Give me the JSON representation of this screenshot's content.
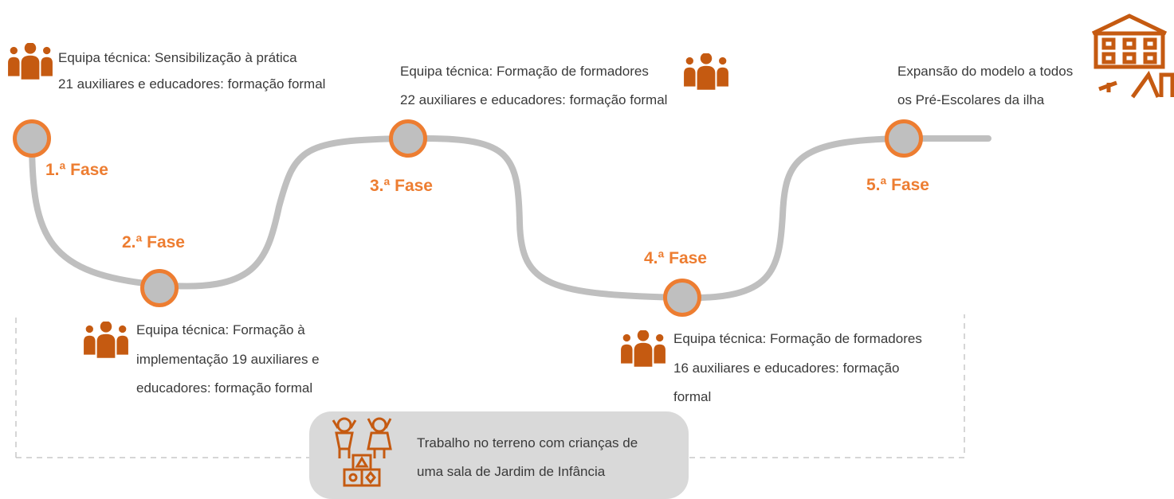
{
  "phases": [
    {
      "label": "1.ª Fase",
      "lines": [
        "Equipa técnica: Sensibilização à prática",
        "21 auxiliares e educadores: formação formal"
      ]
    },
    {
      "label": "2.ª Fase",
      "lines": [
        "Equipa técnica: Formação à",
        "implementação 19 auxiliares e",
        "educadores: formação formal"
      ]
    },
    {
      "label": "3.ª Fase",
      "lines": [
        "Equipa técnica: Formação de formadores",
        "22 auxiliares e educadores: formação formal"
      ]
    },
    {
      "label": "4.ª Fase",
      "lines": [
        "Equipa técnica: Formação de formadores",
        "16 auxiliares e educadores: formação",
        "formal"
      ]
    },
    {
      "label": "5.ª Fase",
      "lines": [
        "Expansão do modelo a todos",
        "os Pré-Escolares da ilha"
      ]
    }
  ],
  "fieldwork": {
    "lines": [
      "Trabalho no terreno com crianças de",
      "uma sala de Jardim de Infância"
    ]
  },
  "icons": {
    "team": "people-group-icon",
    "children": "children-blocks-icon",
    "school": "school-playground-icon"
  },
  "colors": {
    "accent": "#ed7d31",
    "path": "#bfbfbf",
    "text": "#3a3a3a",
    "dashed": "#c8c8c8",
    "pill": "#d9d9d9"
  }
}
